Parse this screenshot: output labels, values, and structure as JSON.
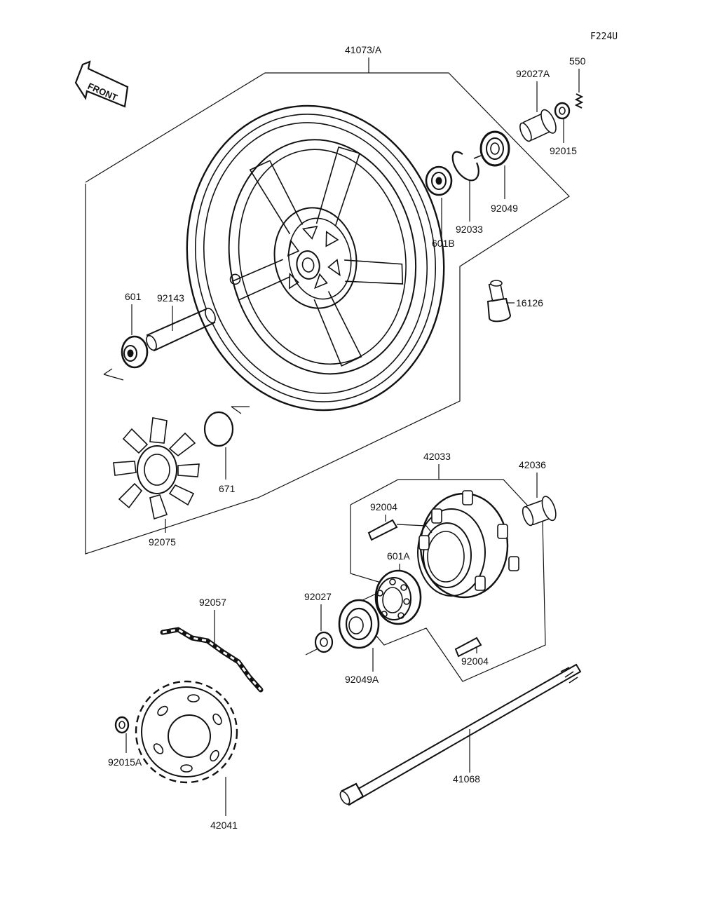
{
  "diagram": {
    "ref_code": "F224U",
    "front_label": "FRONT",
    "parts": {
      "p41073A": "41073/A",
      "p550": "550",
      "p92027A": "92027A",
      "p92015": "92015",
      "p92049": "92049",
      "p92033": "92033",
      "p601B": "601B",
      "p92143": "92143",
      "p601": "601",
      "p16126": "16126",
      "p671": "671",
      "p92075": "92075",
      "p42033": "42033",
      "p42036": "42036",
      "p92004a": "92004",
      "p601A": "601A",
      "p92027": "92027",
      "p92004b": "92004",
      "p92049A": "92049A",
      "p92057": "92057",
      "p92015A": "92015A",
      "p42041": "42041",
      "p41068": "41068"
    }
  }
}
